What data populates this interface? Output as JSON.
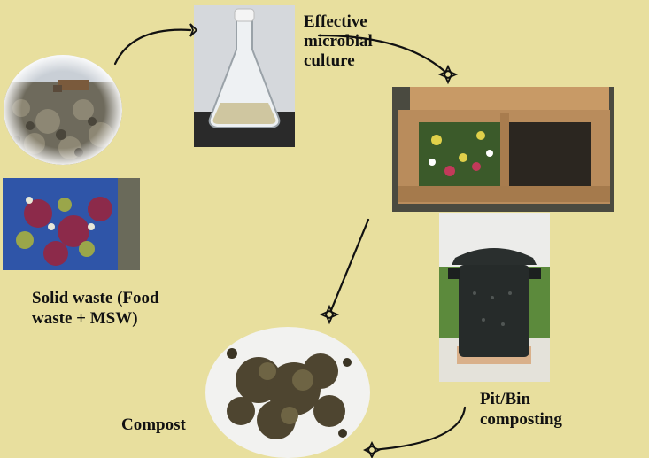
{
  "labels": {
    "culture": [
      "Effective",
      "microbial",
      "culture"
    ],
    "solid_waste": [
      "Solid waste (Food",
      "waste + MSW)"
    ],
    "compost": "Compost",
    "bin": [
      "Pit/Bin",
      "composting"
    ]
  },
  "colors": {
    "background": "#e8df9e",
    "arrow": "#111111"
  }
}
